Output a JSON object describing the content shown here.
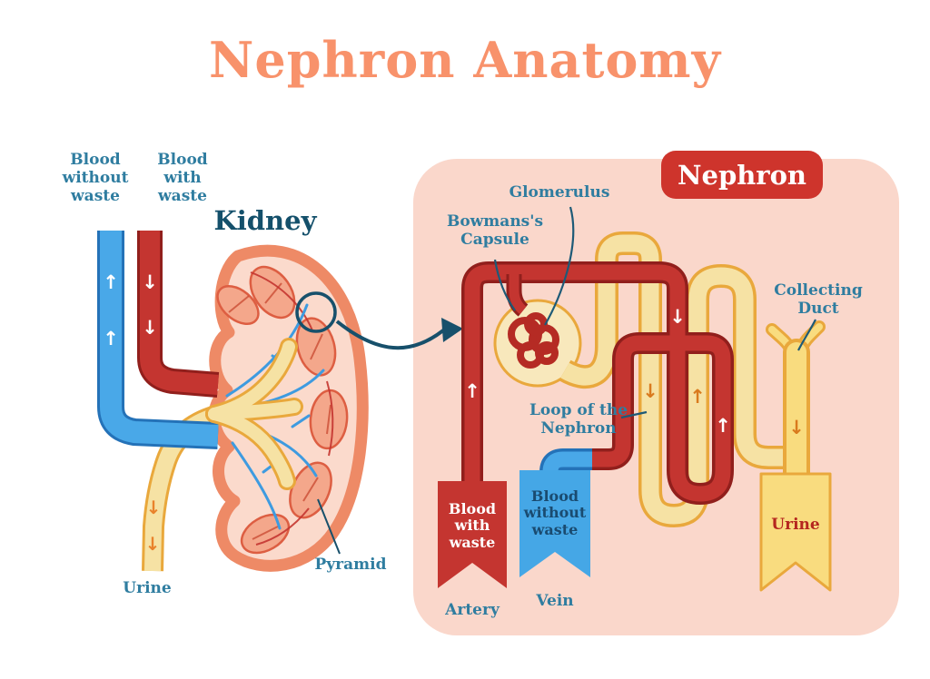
{
  "title": "Nephron Anatomy",
  "icons": {
    "up_arrow": "↑",
    "down_arrow": "↓"
  },
  "colors": {
    "title_orange": "#F8926B",
    "teal_label": "#2F7DA0",
    "dark_teal": "#14506B",
    "tube_red": "#C43530",
    "tube_blue": "#45A7E6",
    "tube_yellow": "#F6E2A4",
    "panel_pink": "#FAD7CB",
    "badge_red": "#CE342C",
    "urine_yellow": "#F9DC7F"
  },
  "kidney_section": {
    "vein_label": "Blood without waste",
    "artery_label": "Blood with waste",
    "heading": "Kidney",
    "urine_label": "Urine",
    "pyramid_label": "Pyramid"
  },
  "nephron_section": {
    "badge": "Nephron",
    "glomerulus_label": "Glomerulus",
    "bowmans_label": "Bowmans's Capsule",
    "collecting_duct_label": "Collecting Duct",
    "loop_label": "Loop of the Nephron",
    "artery_banner_text": "Blood with waste",
    "vein_banner_text": "Blood without waste",
    "urine_banner_text": "Urine",
    "artery_caption": "Artery",
    "vein_caption": "Vein"
  }
}
